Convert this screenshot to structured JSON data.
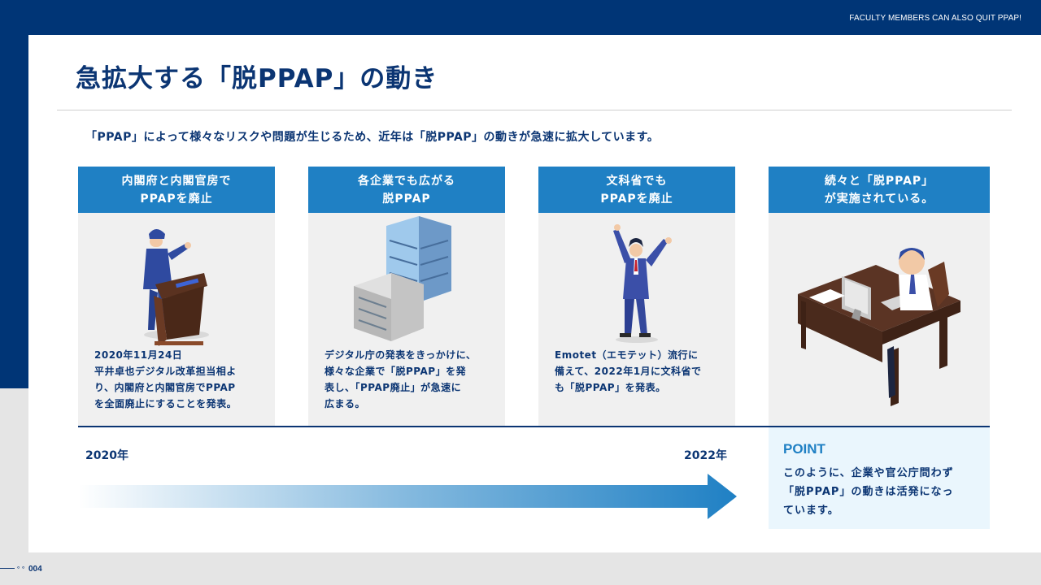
{
  "header": {
    "tag": "FACULTY MEMBERS CAN ALSO QUIT PPAP!"
  },
  "slide": {
    "title": "急拡大する「脱PPAP」の動き",
    "lead": "「PPAP」によって様々なリスクや問題が生じるため、近年は「脱PPAP」の動きが急速に拡大しています。"
  },
  "cards": [
    {
      "head1": "内閣府と内閣官房で",
      "head2": "PPAPを廃止",
      "lines": [
        "2020年11月24日",
        "平井卓也デジタル改革担当相よ",
        "り、内閣府と内閣官房でPPAP",
        "を全面廃止にすることを発表。"
      ],
      "icon": "speaker-at-podium-icon"
    },
    {
      "head1": "各企業でも広がる",
      "head2": "脱PPAP",
      "lines": [
        "デジタル庁の発表をきっかけに、",
        "様々な企業で「脱PPAP」を発",
        "表し、「PPAP廃止」が急速に",
        "広まる。"
      ],
      "icon": "office-buildings-icon"
    },
    {
      "head1": "文科省でも",
      "head2": "PPAPを廃止",
      "lines": [
        "Emotet（エモテット）流行に",
        "備えて、2022年1月に文科省で",
        "も「脱PPAP」を発表。"
      ],
      "icon": "cheering-man-icon"
    },
    {
      "head1": "続々と「脱PPAP」",
      "head2": "が実施されている。",
      "lines": [],
      "icon": "man-at-computer-desk-icon"
    }
  ],
  "timeline": {
    "start_year": "2020年",
    "end_year": "2022年"
  },
  "point": {
    "label": "POINT",
    "lines": [
      "このように、企業や官公庁問わず",
      "「脱PPAP」の動きは活発になっ",
      "ています。"
    ]
  },
  "footer": {
    "page": "004",
    "dots": "∘∘"
  },
  "colors": {
    "navy": "#003576",
    "text": "#0b3573",
    "accent": "#1f80c4",
    "card_bg": "#f0f0f0",
    "point_bg": "#eaf6fd"
  }
}
